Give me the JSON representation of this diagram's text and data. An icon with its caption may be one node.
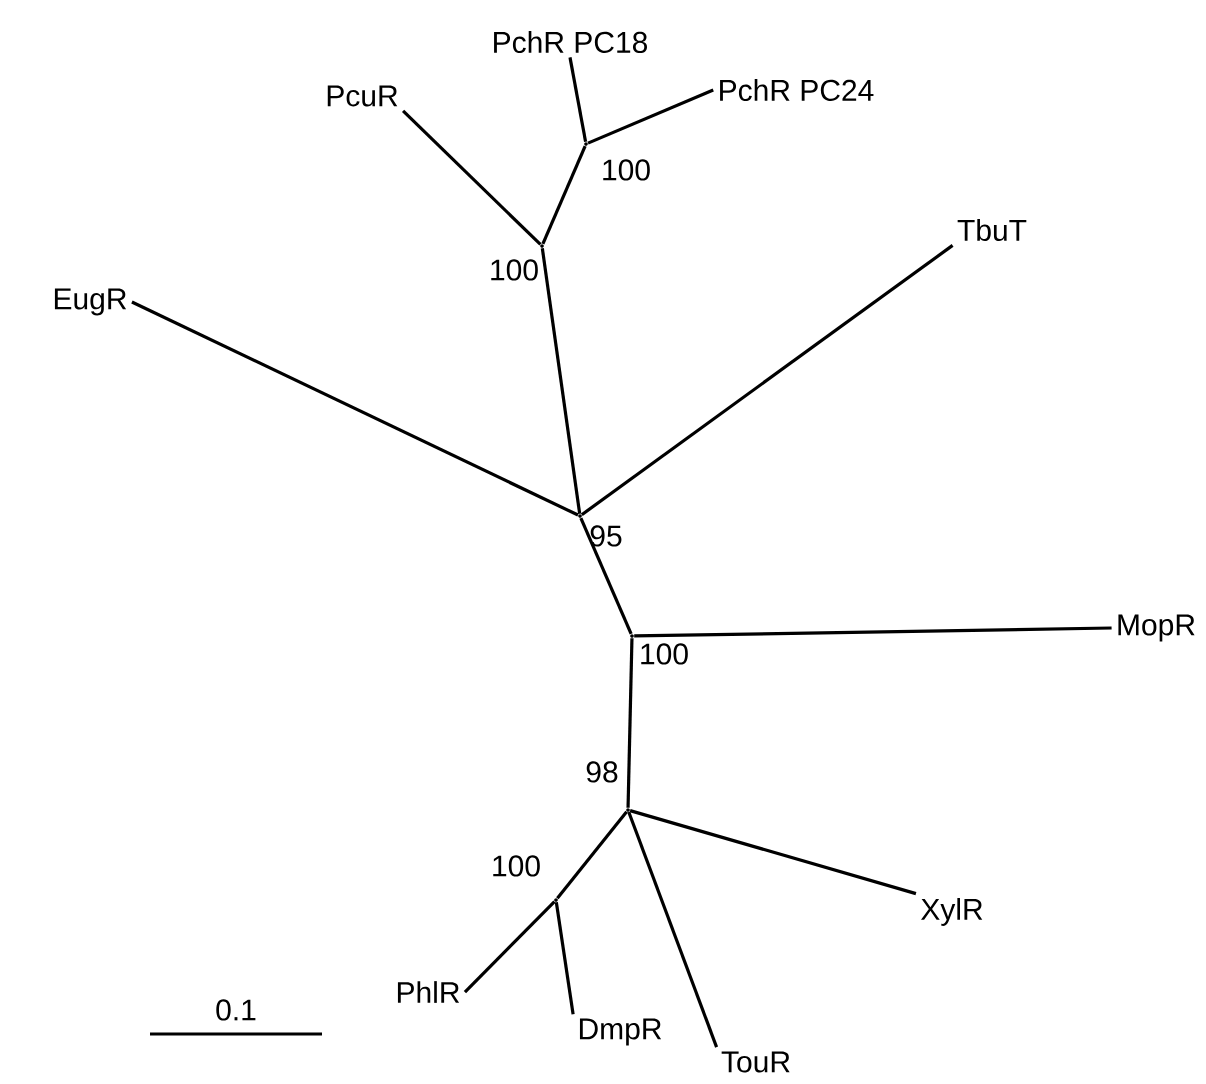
{
  "diagram": {
    "nodes": [
      {
        "text": [
          "PchR PC18"
        ]
      },
      {
        "text": [
          "PchR PC24"
        ]
      },
      {
        "text": [
          "PcuR"
        ]
      },
      {
        "text": [
          "TbuT"
        ]
      },
      {
        "text": [
          "EugR"
        ]
      },
      {
        "text": [
          "MopR"
        ]
      },
      {
        "text": [
          "XylR"
        ]
      },
      {
        "text": [
          "PhlR"
        ]
      },
      {
        "text": [
          "DmpR"
        ]
      },
      {
        "text": [
          "TouR"
        ]
      },
      {
        "text": [],
        "shape": "point",
        "beside": [
          "100"
        ]
      },
      {
        "text": [],
        "shape": "point",
        "beside": [
          "100"
        ]
      },
      {
        "text": [],
        "shape": "point",
        "beside": [
          "95"
        ]
      },
      {
        "text": [],
        "shape": "point",
        "beside": [
          "100"
        ]
      },
      {
        "text": [],
        "shape": "point",
        "beside": [
          "98"
        ]
      },
      {
        "text": [],
        "shape": "point",
        "beside": [
          "100"
        ]
      }
    ],
    "edges": [
      {
        "from": 10,
        "to": 0,
        "arrow": "none"
      },
      {
        "from": 10,
        "to": 1,
        "arrow": "none"
      },
      {
        "from": 11,
        "to": 10,
        "arrow": "none"
      },
      {
        "from": 11,
        "to": 2,
        "arrow": "none"
      },
      {
        "from": 12,
        "to": 11,
        "arrow": "none"
      },
      {
        "from": 12,
        "to": 4,
        "arrow": "none"
      },
      {
        "from": 12,
        "to": 3,
        "arrow": "none"
      },
      {
        "from": 12,
        "to": 13,
        "arrow": "none"
      },
      {
        "from": 13,
        "to": 5,
        "arrow": "none"
      },
      {
        "from": 13,
        "to": 14,
        "arrow": "none"
      },
      {
        "from": 14,
        "to": 6,
        "arrow": "none"
      },
      {
        "from": 14,
        "to": 9,
        "arrow": "none"
      },
      {
        "from": 14,
        "to": 15,
        "arrow": "none"
      },
      {
        "from": 15,
        "to": 7,
        "arrow": "none"
      },
      {
        "from": 15,
        "to": 8,
        "arrow": "none"
      }
    ],
    "labels": [
      "0.1"
    ]
  }
}
